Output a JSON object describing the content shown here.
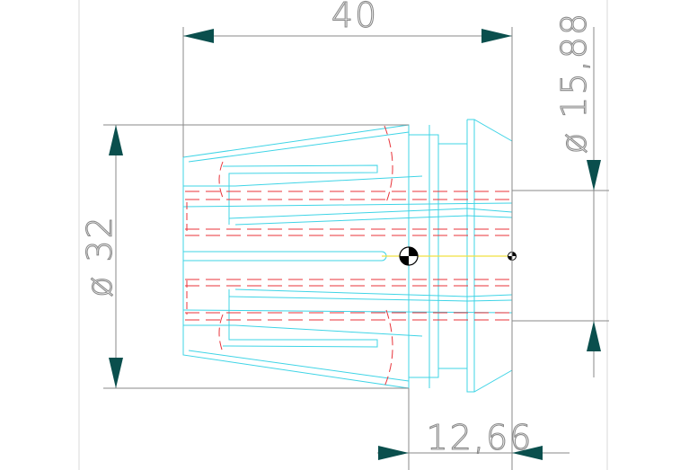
{
  "dimensions": {
    "length": "40",
    "outer_diameter": "ø 32",
    "bore_diameter": "ø 15,88",
    "nose_length": "12,66"
  },
  "colors": {
    "outline": "#3fd4e6",
    "hidden": "#e8333a",
    "dimension": "#8a8a8a",
    "arrow": "#0a4f4d"
  }
}
